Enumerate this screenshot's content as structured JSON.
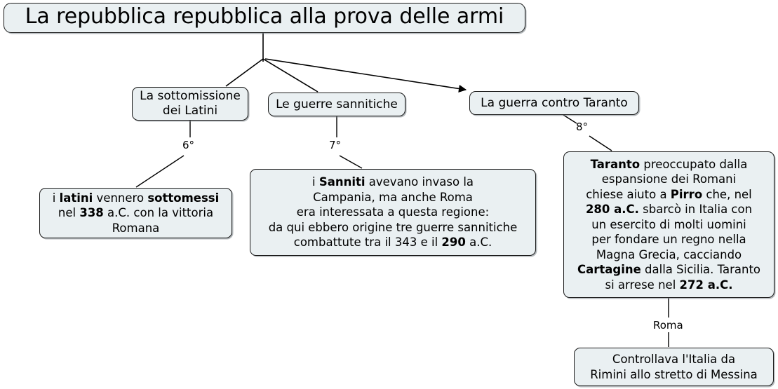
{
  "diagram": {
    "title": "La repubblica repubblica alla prova delle armi",
    "background_color": "#ffffff",
    "node_fill_color": "#eaf0f2",
    "node_border_color": "#1a1a1a",
    "text_color": "#000000"
  },
  "nodes": {
    "title": "La repubblica repubblica alla prova delle armi",
    "latini_head": "La sottomissione\ndei Latini",
    "sannite_head": "Le guerre sannitiche",
    "taranto_head": "La guerra contro Taranto",
    "latini_body_html": "i <b>latini</b> vennero <b>sottomessi</b><br>nel <b>338</b> a.C. con la vittoria<br>Romana",
    "latini_body_text": "i latini vennero sottomessi nel 338 a.C. con la vittoria Romana",
    "sannite_body_html": "i <b>Sanniti</b> avevano invaso la<br>Campania, ma anche Roma<br>era interessata a questa regione:<br>da qui ebbero origine tre guerre sannitiche<br>combattute tra il 343 e il <b>290</b> a.C.",
    "sannite_body_text": "i Sanniti avevano invaso la Campania, ma anche Roma era interessata a questa regione: da qui ebbero origine tre guerre sannitiche combattute tra il 343 e il 290 a.C.",
    "taranto_body_html": "<b>Taranto</b> preoccupato dalla<br>espansione dei Romani<br>chiese aiuto a <b>Pirro</b> che, nel<br><b>280 a.C.</b> sbarcò in Italia con<br>un esercito di molti uomini<br>per fondare un regno nella<br>Magna Grecia, cacciando<br><b>Cartagine</b> dalla Sicilia. Taranto<br>si arrese nel <b>272 a.C.</b>",
    "taranto_body_text": "Taranto preoccupato dalla espansione dei Romani chiese aiuto a Pirro che, nel 280 a.C. sbarcò in Italia con un esercito di molti uomini per fondare un regno nella Magna Grecia, cacciando Cartagine dalla Sicilia. Taranto si arrese nel 272 a.C.",
    "roma_body_html": "Controllava l'Italia da<br>Rimini allo stretto di Messina",
    "roma_body_text": "Controllava l'Italia da Rimini allo stretto di Messina"
  },
  "edge_labels": {
    "latini": "6°",
    "sannite": "7°",
    "taranto": "8°",
    "roma": "Roma"
  }
}
